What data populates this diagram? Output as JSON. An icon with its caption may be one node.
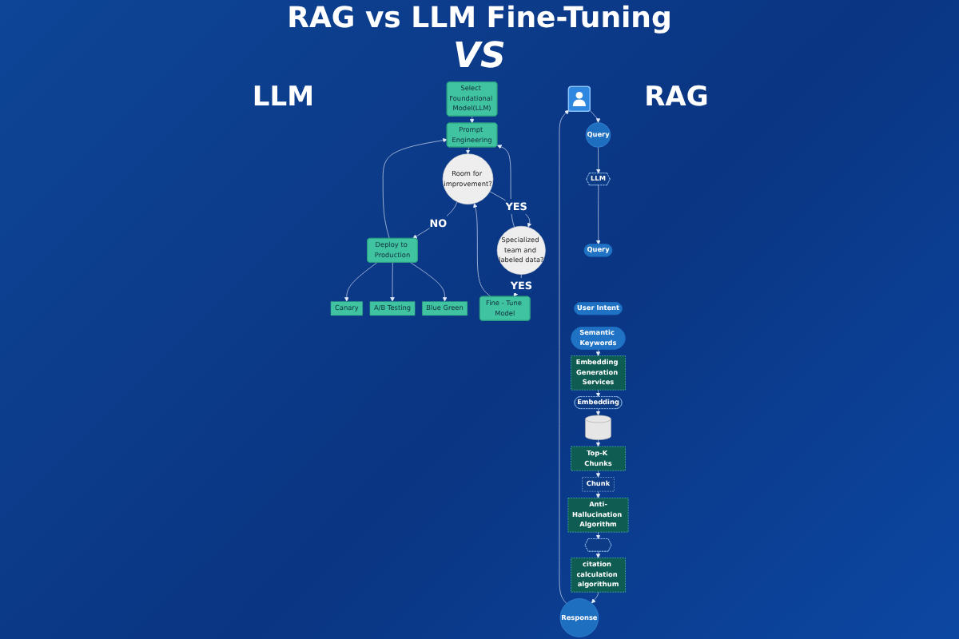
{
  "diagram": {
    "title": "RAG vs LLM Fine-Tuning",
    "nodes": [
      {
        "text": [],
        "shape": "person"
      },
      {
        "text": [
          "Response"
        ]
      },
      {
        "text": [
          "Query"
        ]
      },
      {
        "text": [
          "citation calculation algorithum"
        ]
      },
      {
        "text": [
          "LLM"
        ]
      },
      {
        "text": [],
        "shape": "hexagon"
      },
      {
        "text": [
          "Query"
        ]
      },
      {
        "text": [
          "User Intent"
        ]
      },
      {
        "text": [
          "Semantic Keywords"
        ]
      },
      {
        "text": [
          "Anti-Hallucination Algorithm"
        ]
      },
      {
        "text": [
          "Embedding Generation Services"
        ]
      },
      {
        "text": [
          "Chunk"
        ]
      },
      {
        "text": [
          "Embedding"
        ]
      },
      {
        "text": [
          "Top-K Chunks"
        ]
      },
      {
        "text": [],
        "shape": "cylinder"
      },
      {
        "text": [
          "Select Foundational Model(LLM)"
        ]
      },
      {
        "text": [
          "Prompt Engineering"
        ]
      },
      {
        "text": [
          "Deploy to Production"
        ]
      },
      {
        "text": [
          "Room for improvement?"
        ]
      },
      {
        "text": [
          "Canary"
        ]
      },
      {
        "text": [
          "Specialized team and labeled data?"
        ]
      },
      {
        "text": [
          "A/B Testing"
        ]
      },
      {
        "text": [
          "Blue Green"
        ]
      },
      {
        "text": [
          "Fine - Tune Model"
        ]
      }
    ],
    "edges": [
      {
        "from": 1,
        "to": 0,
        "arrow": "to"
      },
      {
        "from": 0,
        "to": 2,
        "arrow": "to"
      },
      {
        "from": 2,
        "to": 4,
        "arrow": "to"
      },
      {
        "from": 4,
        "to": 6,
        "arrow": "to"
      },
      {
        "from": 8,
        "to": 10,
        "arrow": "to"
      },
      {
        "from": 10,
        "to": 12,
        "arrow": "to"
      },
      {
        "from": 12,
        "to": 14,
        "arrow": "to"
      },
      {
        "from": 14,
        "to": 13,
        "arrow": "to"
      },
      {
        "from": 13,
        "to": 11,
        "arrow": "to"
      },
      {
        "from": 11,
        "to": 9,
        "arrow": "to"
      },
      {
        "from": 9,
        "to": 5,
        "arrow": "to"
      },
      {
        "from": 5,
        "to": 3,
        "arrow": "to"
      },
      {
        "from": 3,
        "to": 1,
        "arrow": "to"
      },
      {
        "from": 15,
        "to": 16,
        "arrow": "to"
      },
      {
        "from": 16,
        "to": 18,
        "arrow": "to"
      },
      {
        "from": 18,
        "to": 17,
        "arrow": "to",
        "label": "NO"
      },
      {
        "from": 17,
        "to": 16,
        "arrow": "to"
      },
      {
        "from": 17,
        "to": 21,
        "arrow": "to"
      },
      {
        "from": 17,
        "to": 19,
        "arrow": "to"
      },
      {
        "from": 17,
        "to": 22,
        "arrow": "to"
      },
      {
        "from": 18,
        "to": 20,
        "arrow": "to",
        "label": "YES"
      },
      {
        "from": 20,
        "to": 23,
        "arrow": "to",
        "label": "YES"
      },
      {
        "from": 23,
        "to": 18,
        "arrow": "to"
      },
      {
        "from": 20,
        "to": 16,
        "arrow": "to"
      }
    ],
    "labels": [
      "RAG",
      "VS",
      "LLM"
    ]
  }
}
